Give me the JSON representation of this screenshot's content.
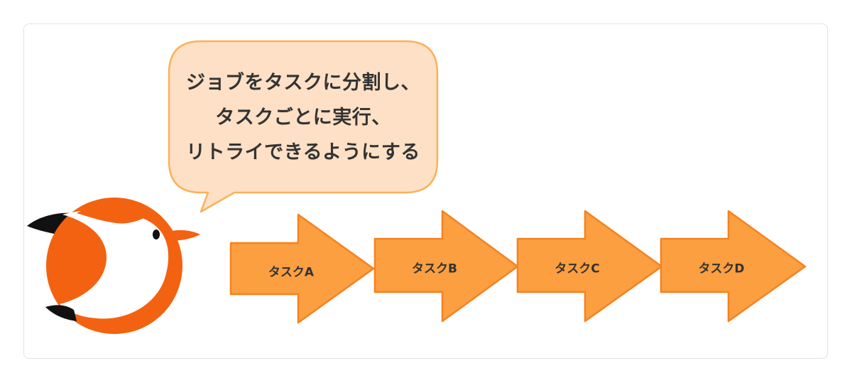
{
  "speech_bubble": {
    "lines": [
      "ジョブをタスクに分割し、",
      "タスクごとに実行、",
      "リトライできるようにする"
    ]
  },
  "tasks": [
    {
      "label": "タスクA"
    },
    {
      "label": "タスクB"
    },
    {
      "label": "タスクC"
    },
    {
      "label": "タスクD"
    }
  ],
  "colors": {
    "arrow_fill": "#FC9F40",
    "arrow_stroke": "#F58220",
    "bubble_fill": "#FDE0C5",
    "bubble_stroke": "#FAB25A",
    "mascot_orange": "#F36210",
    "mascot_black": "#111111",
    "text": "#333333"
  },
  "mascot": {
    "icon": "bird-mascot-icon"
  }
}
